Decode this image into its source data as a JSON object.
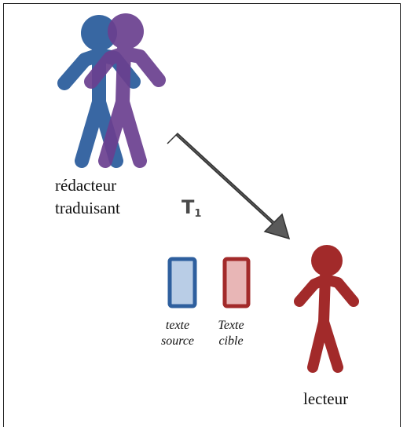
{
  "writer": {
    "line1": "rédacteur",
    "line2": "traduisant"
  },
  "reader": {
    "label": "lecteur"
  },
  "translation": {
    "symbol": "T",
    "subscript": "1"
  },
  "documents": {
    "source": {
      "line1": "texte",
      "line2": "source"
    },
    "target": {
      "line1": "Texte",
      "line2": "cible"
    }
  },
  "colors": {
    "writer_front": "#2e5f9e",
    "writer_back": "#6a3f8f",
    "reader": "#a22a2a",
    "arrow": "#5a5a5a",
    "source_doc_fill": "#b9cde6",
    "source_doc_border": "#2e5f9e",
    "target_doc_fill": "#e8b6b6",
    "target_doc_border": "#a22a2a"
  }
}
